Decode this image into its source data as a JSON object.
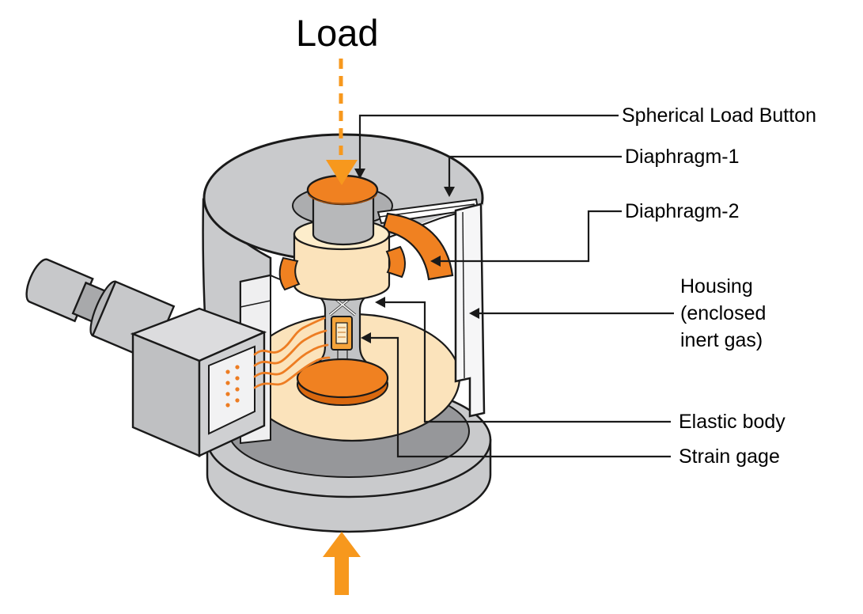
{
  "diagram": {
    "title": "Load",
    "labels": {
      "spherical_load_button": "Spherical Load Button",
      "diaphragm_1": "Diaphragm-1",
      "diaphragm_2": "Diaphragm-2",
      "housing_lines": [
        "Housing",
        "(enclosed",
        "inert gas)"
      ],
      "elastic_body": "Elastic body",
      "strain_gage": "Strain gage"
    },
    "colors": {
      "arrow_orange": "#F7981D",
      "component_orange": "#F08121",
      "wire_orange": "#ED7D23",
      "interior_cream": "#FBE3BB",
      "housing_gray": "#C9CACC",
      "ring_gray": "#96979A",
      "outline_black": "#1A1A1A"
    }
  }
}
